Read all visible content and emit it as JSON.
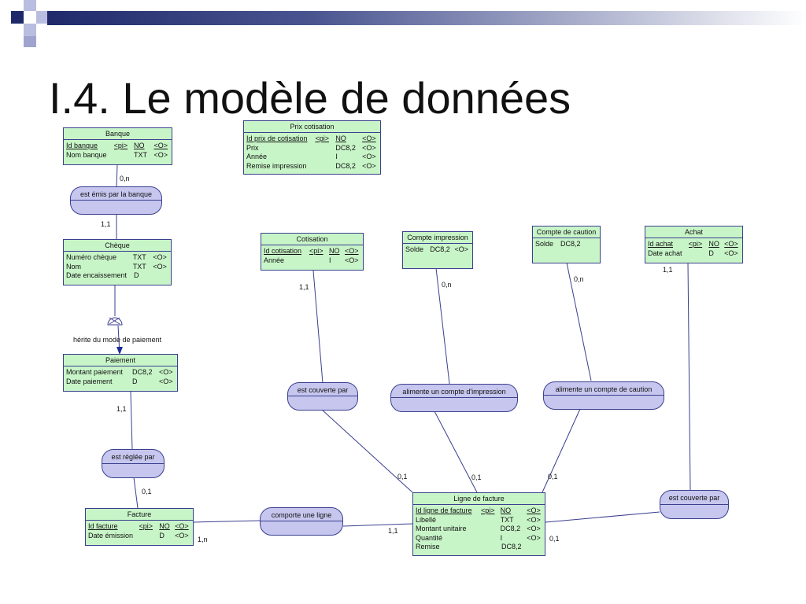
{
  "slide": {
    "title": "I.4. Le modèle de données"
  },
  "entities": {
    "banque": {
      "name": "Banque",
      "rows": [
        [
          "Id banque",
          "<pi>",
          "NO",
          "<O>"
        ],
        [
          "Nom banque",
          "",
          "TXT",
          "<O>"
        ]
      ]
    },
    "prix": {
      "name": "Prix cotisation",
      "rows": [
        [
          "Id prix de cotisation",
          "<pi>",
          "NO",
          "<O>"
        ],
        [
          "Prix",
          "",
          "DC8,2",
          "<O>"
        ],
        [
          "Année",
          "",
          "I",
          "<O>"
        ],
        [
          "Remise impression",
          "",
          "DC8,2",
          "<O>"
        ]
      ]
    },
    "cheque": {
      "name": "Chèque",
      "rows": [
        [
          "Numéro chèque",
          "TXT",
          "<O>"
        ],
        [
          "Nom",
          "TXT",
          "<O>"
        ],
        [
          "Date encaissement",
          "D",
          ""
        ]
      ]
    },
    "cotisation": {
      "name": "Cotisation",
      "rows": [
        [
          "Id cotisation",
          "<pi>",
          "NO",
          "<O>"
        ],
        [
          "Année",
          "",
          "I",
          "<O>"
        ]
      ]
    },
    "compte_impression": {
      "name": "Compte impression",
      "rows": [
        [
          "Solde",
          "DC8,2",
          "<O>"
        ]
      ]
    },
    "compte_caution": {
      "name": "Compte de caution",
      "rows": [
        [
          "Solde",
          "DC8,2",
          ""
        ]
      ]
    },
    "achat": {
      "name": "Achat",
      "rows": [
        [
          "Id achat",
          "<pi>",
          "NO",
          "<O>"
        ],
        [
          "Date achat",
          "",
          "D",
          "<O>"
        ]
      ]
    },
    "paiement": {
      "name": "Paiement",
      "rows": [
        [
          "Montant paiement",
          "DC8,2",
          "<O>"
        ],
        [
          "Date paiement",
          "D",
          "<O>"
        ]
      ]
    },
    "facture": {
      "name": "Facture",
      "rows": [
        [
          "Id facture",
          "<pi>",
          "NO",
          "<O>"
        ],
        [
          "Date émission",
          "",
          "D",
          "<O>"
        ]
      ]
    },
    "ligne": {
      "name": "Ligne de facture",
      "rows": [
        [
          "Id ligne de facture",
          "<pi>",
          "NO",
          "<O>"
        ],
        [
          "Libellé",
          "",
          "TXT",
          "<O>"
        ],
        [
          "Montant unitaire",
          "",
          "DC8,2",
          "<O>"
        ],
        [
          "Quantité",
          "",
          "I",
          "<O>"
        ],
        [
          "Remise",
          "",
          "DC8,2",
          ""
        ]
      ]
    }
  },
  "associations": {
    "emis": "est émis par la banque",
    "couverte1": "est couverte par",
    "alimente_imp": "alimente un compte d'impression",
    "alimente_caution": "alimente un compte de caution",
    "reglee": "est réglée par",
    "comporte": "comporte une ligne",
    "couverte2": "est couverte par"
  },
  "inheritance": {
    "label": "hérite du mode de paiement"
  },
  "cardinalities": {
    "banque_emis": "0,n",
    "cheque_emis": "1,1",
    "cotisation_couverte": "1,1",
    "impression_alimente": "0,n",
    "caution_alimente": "0,n",
    "achat_couverte": "1,1",
    "paiement_reglee": "1,1",
    "facture_reglee": "0,1",
    "ligne_couverte1": "0,1",
    "ligne_alimente_imp": "0,1",
    "ligne_alimente_caution": "0,1",
    "facture_comporte": "1,n",
    "ligne_comporte": "1,1",
    "ligne_couverte2": "0,1"
  },
  "colors": {
    "entity_fill": "#c8f5c8",
    "assoc_fill": "#c6c6ee",
    "line": "#3a3f8f"
  }
}
